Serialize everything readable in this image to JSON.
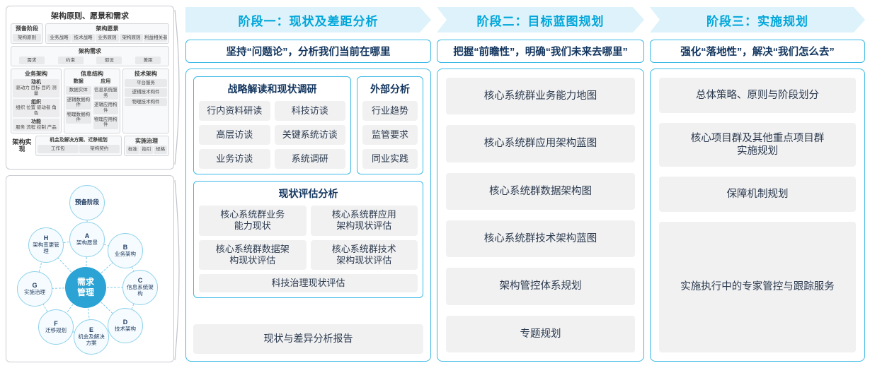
{
  "colors": {
    "accent": "#3cb9e6",
    "phase_title": "#00a6da",
    "header_bg": "#ddf2fa",
    "navy": "#13365f",
    "item_bg": "#f1f1f2",
    "center_circle": "#2ba3d4"
  },
  "framework": {
    "title": "架构原则、愿景和需求",
    "prep": {
      "title": "预备阶段",
      "item": "架构原则"
    },
    "vision": {
      "title": "架构愿景",
      "items": [
        "业务战略",
        "技术战略",
        "业务原则",
        "架构原则",
        "利益相关者"
      ]
    },
    "requirements": {
      "title": "架构需求",
      "items": [
        "需求",
        "约束",
        "假设",
        "差距"
      ]
    },
    "business": {
      "title": "业务架构",
      "groups": [
        {
          "title": "动机",
          "text": "驱动力 目标 目的 测量"
        },
        {
          "title": "组织",
          "text": "组织 位置 驱动者 角色"
        },
        {
          "title": "功能",
          "text": "服务 流程 控制 产品"
        }
      ]
    },
    "information": {
      "title": "信息结构",
      "groups": [
        {
          "title": "数据",
          "items": [
            "数据实体",
            "逻辑数据构件",
            "物理数据构件"
          ]
        },
        {
          "title": "应用",
          "items": [
            "信息系统服务",
            "逻辑应用构件",
            "物理应用构件"
          ]
        }
      ]
    },
    "technology": {
      "title": "技术架构",
      "items": [
        "平台服务",
        "逻辑技术构件",
        "物理技术构件"
      ]
    },
    "implementation": {
      "title": "架构实现",
      "opportunity": {
        "title": "机会及解决方案、迁移规划",
        "items": [
          "工作包",
          "架构契约"
        ]
      },
      "governance": {
        "title": "实施治理",
        "items": [
          "标准",
          "指引",
          "规格"
        ]
      }
    }
  },
  "adm": {
    "prep": "预备阶段",
    "center": "需求\n管理",
    "nodes": [
      {
        "letter": "A",
        "label": "架构愿景"
      },
      {
        "letter": "B",
        "label": "业务架构"
      },
      {
        "letter": "C",
        "label": "信息系统架构"
      },
      {
        "letter": "D",
        "label": "技术架构"
      },
      {
        "letter": "E",
        "label": "机会及解决方案"
      },
      {
        "letter": "F",
        "label": "迁移规划"
      },
      {
        "letter": "G",
        "label": "实施治理"
      },
      {
        "letter": "H",
        "label": "架构变更管理"
      }
    ]
  },
  "phases": [
    {
      "title": "阶段一：现状及差距分析",
      "subtitle": "坚持“问题论”，分析我们当前在哪里",
      "strategy": {
        "title": "战略解读和现状调研",
        "items": [
          "行内资料研读",
          "科技访谈",
          "高层访谈",
          "关键系统访谈",
          "业务访谈",
          "系统调研"
        ]
      },
      "external": {
        "title": "外部分析",
        "items": [
          "行业趋势",
          "监管要求",
          "同业实践"
        ]
      },
      "assessment": {
        "title": "现状评估分析",
        "items": [
          "核心系统群业务\n能力现状",
          "核心系统群应用\n架构现状评估",
          "核心系统群数据架\n构现状评估",
          "核心系统群技术\n架构现状评估",
          "科技治理现状评估"
        ]
      },
      "report": "现状与差异分析报告"
    },
    {
      "title": "阶段二：目标蓝图规划",
      "subtitle": "把握“前瞻性”，明确“我们未来去哪里”",
      "items": [
        "核心系统群业务能力地图",
        "核心系统群应用架构蓝图",
        "核心系统群数据架构图",
        "核心系统群技术架构蓝图",
        "架构管控体系规划",
        "专题规划"
      ]
    },
    {
      "title": "阶段三：实施规划",
      "subtitle": "强化“落地性”，解决“我们怎么去”",
      "items": [
        "总体策略、原则与阶段划分",
        "核心项目群及其他重点项目群\n实施规划",
        "保障机制规划",
        "实施执行中的专家管控与跟踪服务"
      ]
    }
  ]
}
